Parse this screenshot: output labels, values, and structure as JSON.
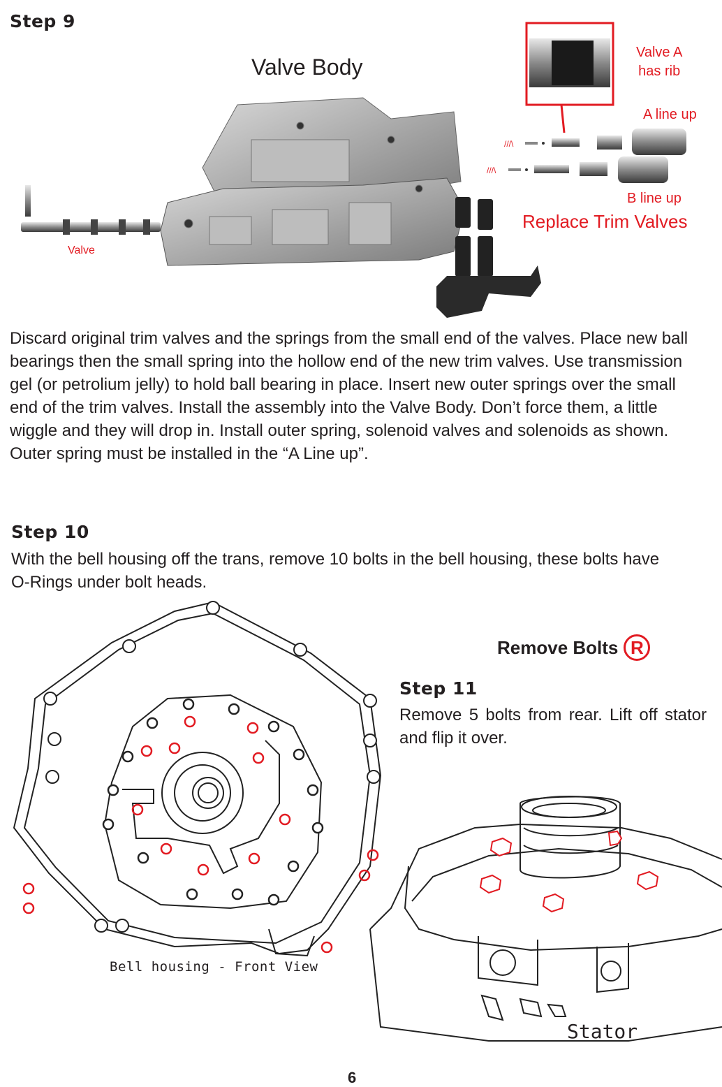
{
  "step9": {
    "heading": "Step 9",
    "figure_title": "Valve Body",
    "labels": {
      "valve_a_rib": [
        "Valve A",
        "has rib"
      ],
      "a_line_up": "A line up",
      "b_line_up": "B line up",
      "replace_trim": "Replace Trim Valves",
      "valve": "Valve"
    },
    "paragraph": "Discard original trim valves and the springs from the small end of the valves. Place new ball bearings then the small spring into the hollow end of the new trim valves. Use transmission gel (or petrolium jelly) to hold ball bearing in place. Insert new outer springs over the small end of the trim valves. Install the assembly into the Valve Body. Don’t force them, a little wiggle and they will drop in. Install outer spring, solenoid valves and solenoids as shown. Outer spring must be installed in the “A Line up”."
  },
  "step10": {
    "heading": "Step 10",
    "paragraph": "With the bell housing off the trans, remove 10 bolts in the bell housing, these bolts have O-Rings under bolt heads."
  },
  "legend": {
    "text": "Remove Bolts",
    "symbol": "R",
    "color": "#e21b22"
  },
  "step11": {
    "heading": "Step 11",
    "paragraph": "Remove 5 bolts from rear. Lift off stator and flip it over."
  },
  "captions": {
    "bell_housing": "Bell housing - Front View",
    "stator": "Stator"
  },
  "page_number": "6"
}
